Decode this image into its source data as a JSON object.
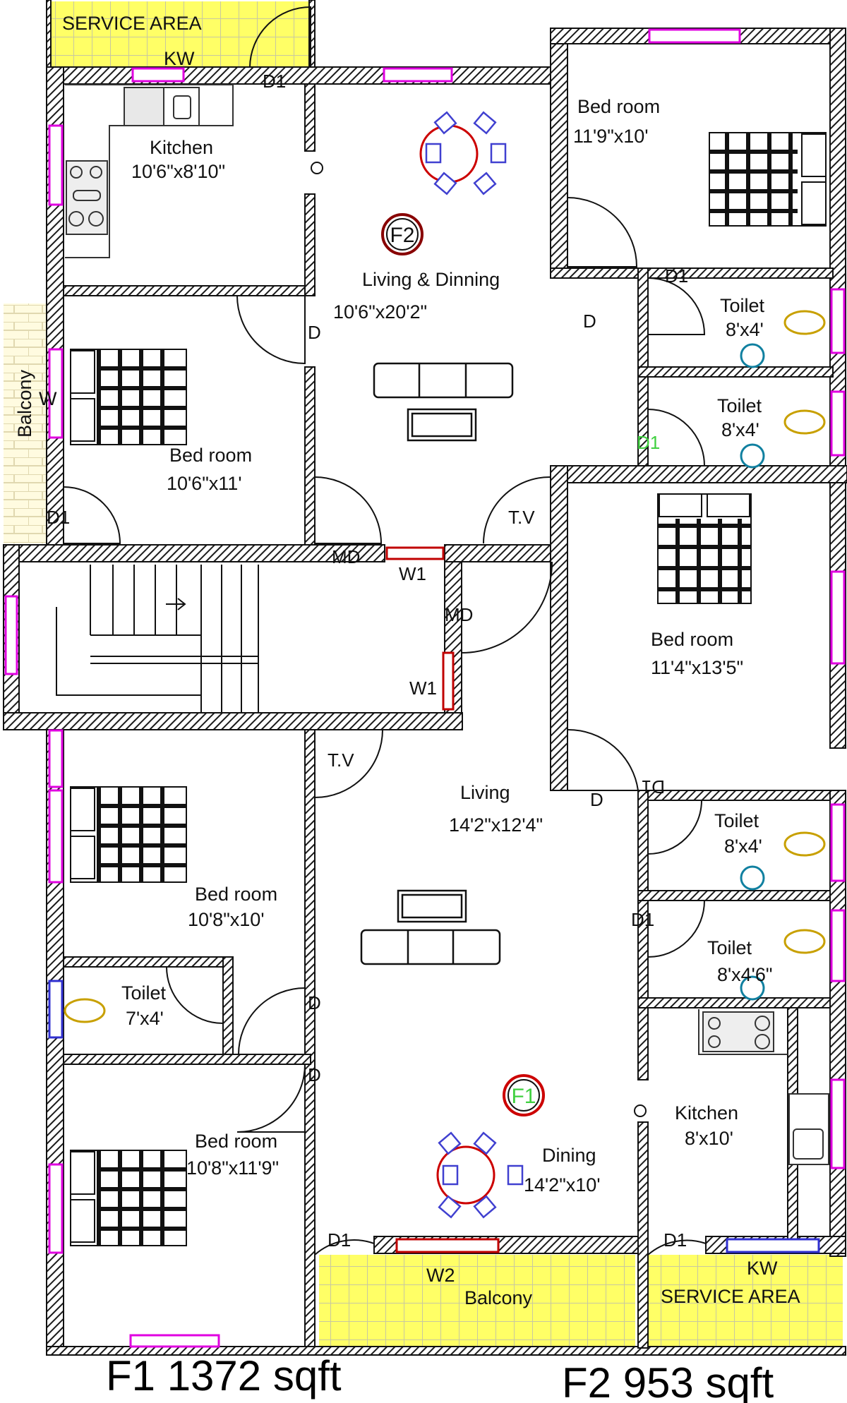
{
  "colors": {
    "wall": "#1a1a1a",
    "window": "#e000e0",
    "window_frame": "#c00000",
    "service_tile": "#ffff66",
    "table": "#cc0000",
    "chair": "#4040d0",
    "toilet": "#c8a000",
    "basin": "#1080a0",
    "marker_f1_text": "#40d040"
  },
  "rooms": {
    "service_top": "SERVICE AREA",
    "kw_top": "KW",
    "kitchen_top": {
      "name": "Kitchen",
      "size": "10'6\"x8'10\""
    },
    "living_dining_top": {
      "name": "Living & Dinning",
      "size": "10'6\"x20'2\""
    },
    "bed_top_right": {
      "name": "Bed room",
      "size": "11'9\"x10'"
    },
    "toilet_1": {
      "name": "Toilet",
      "size": "8'x4'"
    },
    "toilet_2": {
      "name": "Toilet",
      "size": "8'x4'"
    },
    "balcony_left": "Balcony",
    "w_left": "W",
    "bed_left_upper": {
      "name": "Bed room",
      "size": "10'6\"x11'"
    },
    "bed_right_mid": {
      "name": "Bed room",
      "size": "11'4\"x13'5\""
    },
    "living": {
      "name": "Living",
      "size": "14'2\"x12'4\""
    },
    "toilet_3": {
      "name": "Toilet",
      "size": "8'x4'"
    },
    "toilet_4": {
      "name": "Toilet",
      "size": "8'x4'6\""
    },
    "bed_left_mid": {
      "name": "Bed room",
      "size": "10'8\"x10'"
    },
    "toilet_left": {
      "name": "Toilet",
      "size": "7'x4'"
    },
    "bed_left_low": {
      "name": "Bed room",
      "size": "10'8\"x11'9\""
    },
    "kitchen_bottom": {
      "name": "Kitchen",
      "size": "8'x10'"
    },
    "dining": {
      "name": "Dining",
      "size": "14'2\"x10'"
    },
    "balcony_bottom": "Balcony",
    "w2": "W2",
    "kw_bottom": "KW",
    "service_bottom": "SERVICE AREA"
  },
  "door_labels": {
    "d1_top": "D1",
    "d_left_bed": "D",
    "d_right": "D",
    "d1_toilet1": "D1",
    "d1_toilet2": "D1",
    "d1_bed_left": "D1",
    "tv_top": "T.V",
    "md_1": "MD",
    "w1_1": "W1",
    "md_2": "MD",
    "w1_2": "W1",
    "tv_living": "T.V",
    "d_bed_right_mid": "D",
    "d1_toilet3_mirror": "D1",
    "d1_toilet4": "D1",
    "d_toilet_left": "D",
    "d_bed_low": "D",
    "d1_balcony": "D1",
    "d1_service": "D1"
  },
  "markers": {
    "f2": "F2",
    "f1": "F1"
  },
  "footer": {
    "f1_area": "F1 1372 sqft",
    "f2_area": "F2 953 sqft"
  }
}
